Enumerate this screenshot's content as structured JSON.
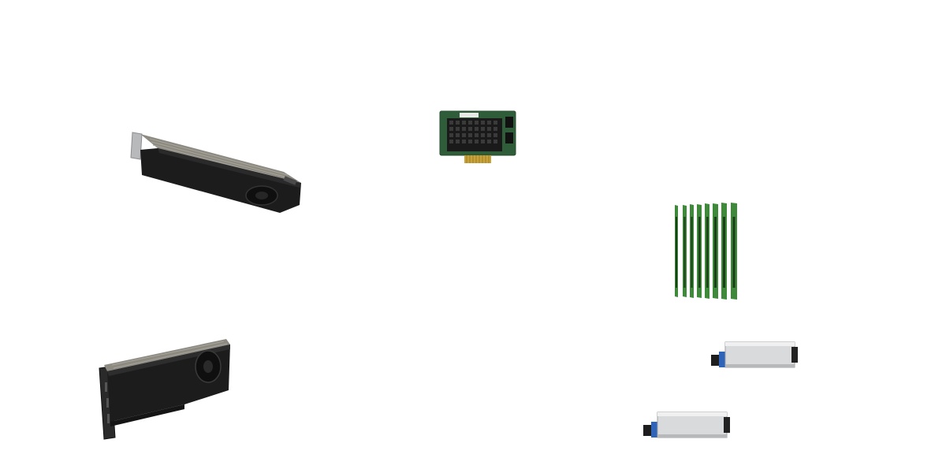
{
  "scene": {
    "background": "#ffffff",
    "colors": {
      "gpu_shroud": "#1c1c1c",
      "gpu_heatsink": "#8d8a82",
      "pcb_green": "#2f5d3a",
      "ram_green": "#3e8a3a",
      "ssd_silver": "#d9dadc",
      "ssd_blue_clip": "#2f64b8"
    },
    "components": [
      {
        "name": "workstation-gpu-angled",
        "icon": "graphics-card-icon"
      },
      {
        "name": "raid-controller-card",
        "icon": "expansion-card-icon"
      },
      {
        "name": "ddr-memory-modules",
        "icon": "memory-icon"
      },
      {
        "name": "workstation-gpu-side",
        "icon": "graphics-card-icon"
      },
      {
        "name": "nvme-drive-carrier",
        "icon": "ssd-icon"
      },
      {
        "name": "nvme-drive-carrier",
        "icon": "ssd-icon"
      }
    ]
  }
}
